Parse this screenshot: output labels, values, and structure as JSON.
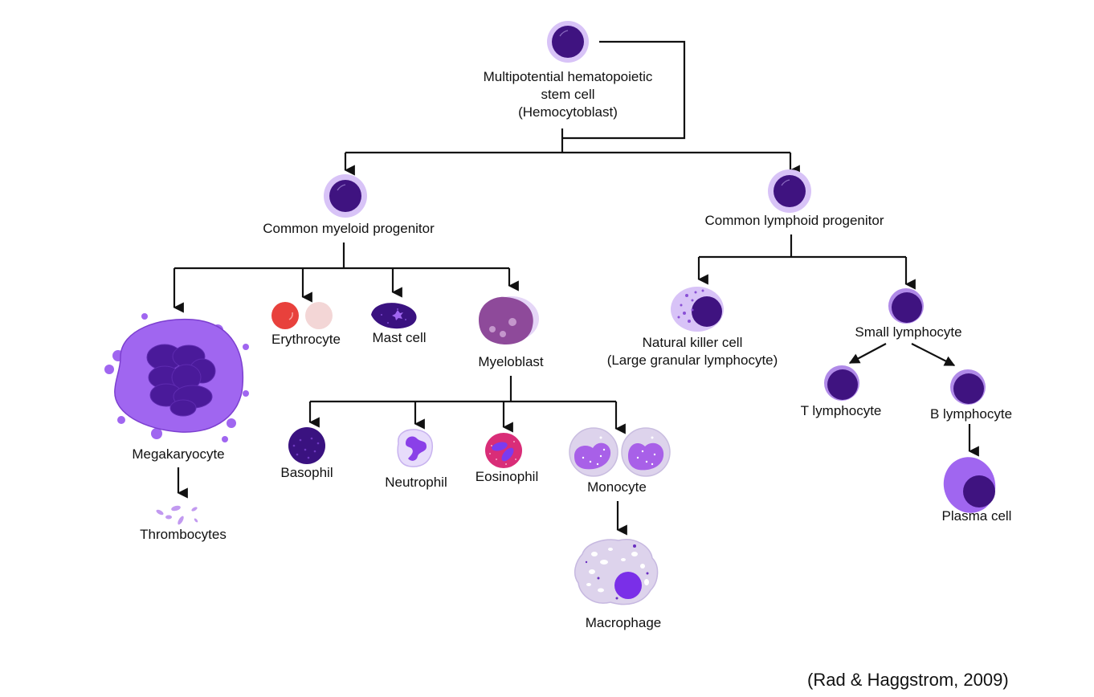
{
  "title": "Hematopoiesis lineage diagram",
  "citation": "(Rad & Haggstrom, 2009)",
  "colors": {
    "nucleus": "#3f1380",
    "halo": "#d8c3f7",
    "megakaryocyte": "#a066f0",
    "erythrocyte": "#e8413c",
    "erythrocyte_pale": "#f3d6d6",
    "myeloblast": "#8e4a9a",
    "eosinophil": "#d92d78",
    "lines": "#111111"
  },
  "nodes": {
    "hsc": {
      "line1": "Multipotential hematopoietic",
      "line2": "stem cell",
      "line3": "(Hemocytoblast)"
    },
    "cmp": {
      "label": "Common myeloid progenitor"
    },
    "clp": {
      "label": "Common lymphoid progenitor"
    },
    "megakaryocyte": {
      "label": "Megakaryocyte"
    },
    "thrombocytes": {
      "label": "Thrombocytes"
    },
    "erythrocyte": {
      "label": "Erythrocyte"
    },
    "mast_cell": {
      "label": "Mast cell"
    },
    "myeloblast": {
      "label": "Myeloblast"
    },
    "basophil": {
      "label": "Basophil"
    },
    "neutrophil": {
      "label": "Neutrophil"
    },
    "eosinophil": {
      "label": "Eosinophil"
    },
    "monocyte": {
      "label": "Monocyte"
    },
    "macrophage": {
      "label": "Macrophage"
    },
    "nk_cell": {
      "line1": "Natural killer cell",
      "line2": "(Large granular lymphocyte)"
    },
    "small_lymphocyte": {
      "label": "Small lymphocyte"
    },
    "t_lymphocyte": {
      "label": "T lymphocyte"
    },
    "b_lymphocyte": {
      "label": "B lymphocyte"
    },
    "plasma_cell": {
      "label": "Plasma cell"
    }
  }
}
